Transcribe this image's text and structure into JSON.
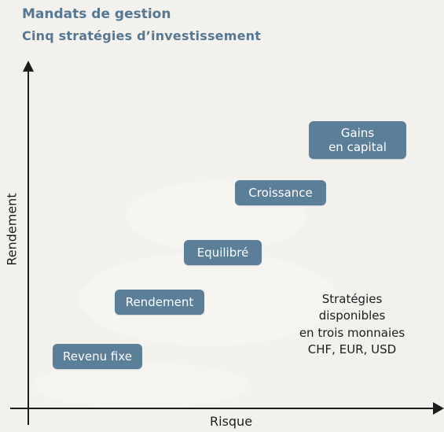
{
  "header": {
    "title": "Mandats de gestion",
    "subtitle": "Cinq stratégies d’investissement"
  },
  "axes": {
    "y_label": "Rendement",
    "x_label": "Risque"
  },
  "strategies": [
    {
      "label": "Revenu fixe"
    },
    {
      "label": "Rendement"
    },
    {
      "label": "Equilibré"
    },
    {
      "label": "Croissance"
    },
    {
      "label_lines": [
        "Gains",
        "en capital"
      ]
    }
  ],
  "note": {
    "lines": [
      "Stratégies",
      "disponibles",
      "en trois monnaies",
      "CHF, EUR, USD"
    ]
  },
  "colors": {
    "title": "#567792",
    "box": "#5b7e99",
    "box_text": "#ffffff",
    "axis": "#1d1d1d",
    "background": "#f3f1ee"
  }
}
